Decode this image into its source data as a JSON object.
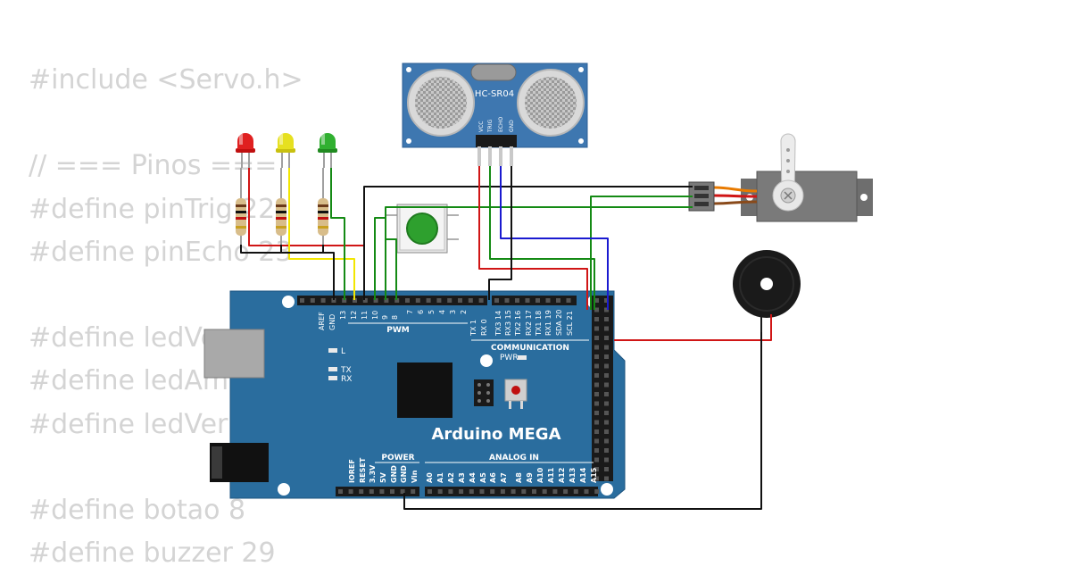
{
  "code": {
    "lines": [
      "#include <Servo.h>",
      "",
      "// === Pinos ===",
      "#define pinTrig 22",
      "#define pinEcho 23",
      "",
      "#define ledVe",
      "#define ledAm",
      "#define ledVerm",
      "",
      "#define botao 8",
      "#define buzzer 29"
    ]
  },
  "sensor": {
    "label": "HC-SR04",
    "pins": [
      "VCC",
      "TRIG",
      "ECHO",
      "GND"
    ]
  },
  "board": {
    "title": "Arduino MEGA",
    "pwm_label": "PWM",
    "communication_label": "COMMUNICATION",
    "power_label": "POWER",
    "analog_label": "ANALOG IN",
    "pwr_led_label": "PWR",
    "l_label": "L",
    "tx_label": "TX",
    "rx_label": "RX",
    "top_pins": [
      "AREF",
      "GND",
      "13",
      "12",
      "11",
      "10",
      "9",
      "8",
      "7",
      "6",
      "5",
      "4",
      "3",
      "2",
      "TX 1",
      "RX 0",
      "TX3 14",
      "RX3 15",
      "TX2 16",
      "RX2 17",
      "TX1 18",
      "RX1 19",
      "SDA 20",
      "SCL 21"
    ],
    "power_pins": [
      "IOREF",
      "RESET",
      "3.3V",
      "5V",
      "GND",
      "GND",
      "Vin"
    ],
    "analog_pins": [
      "A0",
      "A1",
      "A2",
      "A3",
      "A4",
      "A5",
      "A6",
      "A7",
      "A8",
      "A9",
      "A10",
      "A11",
      "A12",
      "A13",
      "A14",
      "A15"
    ]
  },
  "colors": {
    "board": "#2a6d9e",
    "board_edge": "#1e5580",
    "sensor": "#3e77b0",
    "wire_black": "#111111",
    "wire_red": "#d01515",
    "wire_green": "#148a14",
    "wire_blue": "#1a1ad0",
    "wire_yellow": "#f2e600",
    "led_red": "#e02020",
    "led_yellow": "#e6e020",
    "led_green": "#30b030",
    "code_text": "#d4d4d4"
  }
}
